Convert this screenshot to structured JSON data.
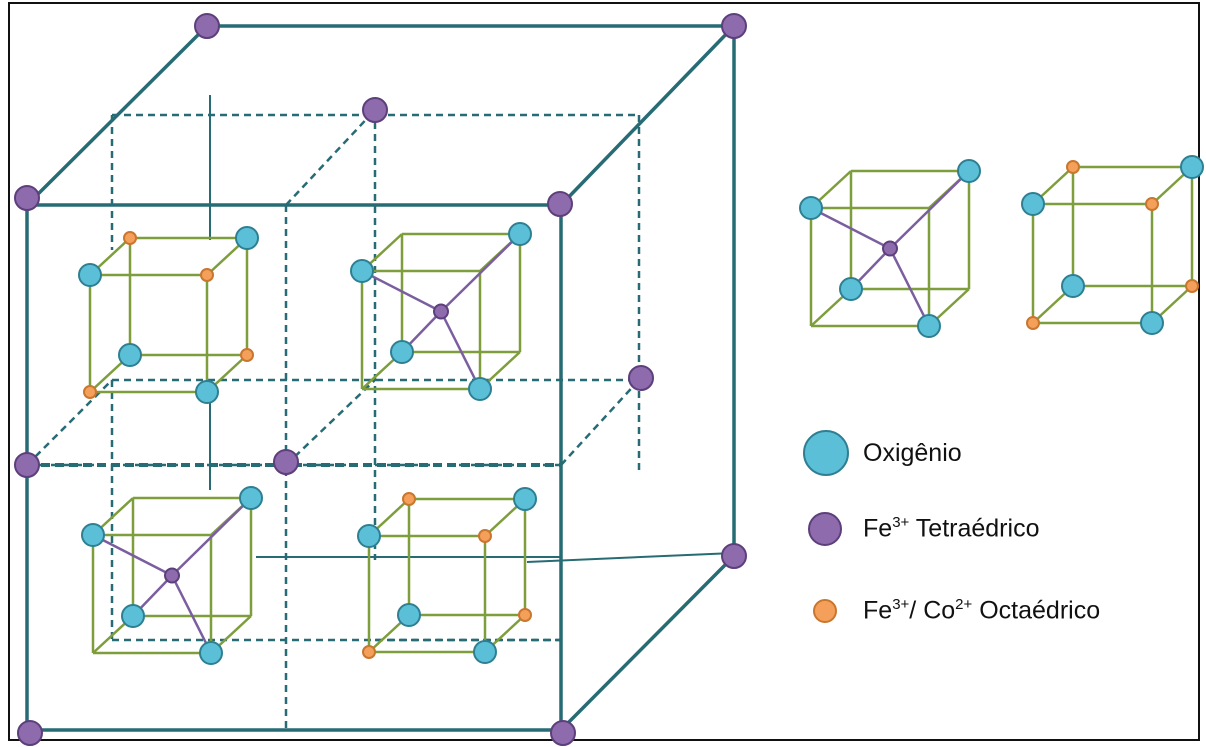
{
  "colors": {
    "frame": "#276B75",
    "green": "#7E9D3C",
    "purple_atom": "#8E6BAD",
    "cyan_atom": "#5BC0D7",
    "orange_atom": "#F5A05A"
  },
  "legend": {
    "oxygen": "Oxigênio",
    "tetra": {
      "ion": "Fe",
      "charge": "3+",
      "site": "Tetraédrico"
    },
    "octa": {
      "ion1": "Fe",
      "charge1": "3+",
      "sep": "/ ",
      "ion2": "Co",
      "charge2": "2+",
      "site": "Octaédrico"
    }
  }
}
